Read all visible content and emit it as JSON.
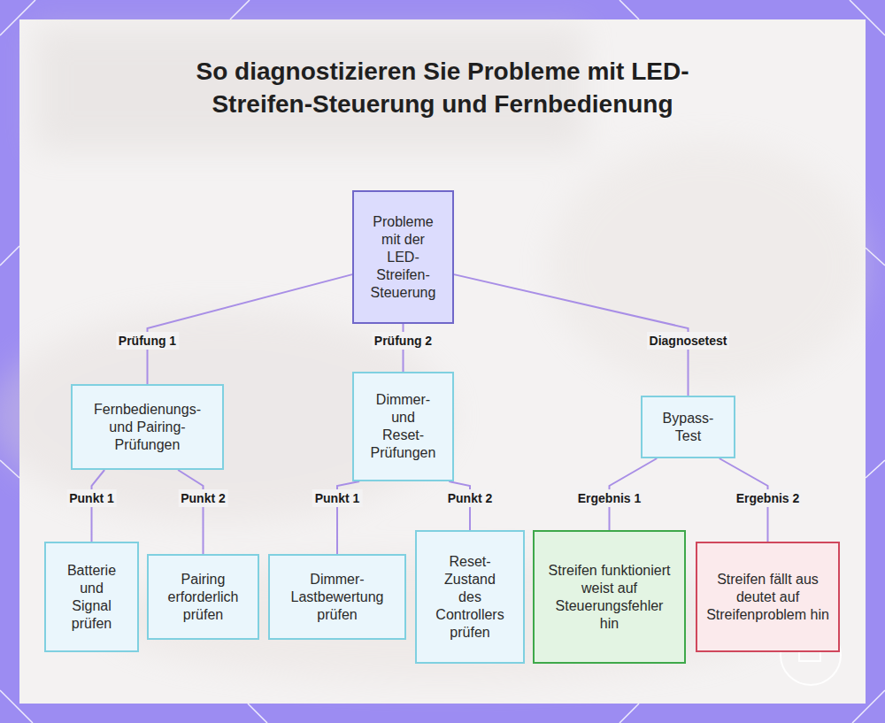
{
  "diagram": {
    "title": "So diagnostizieren Sie Probleme mit LED-Streifen-Steuerung und Fernbedienung",
    "nodes": [
      {
        "text": [
          "Probleme mit der LED-Streifen-Steuerung"
        ]
      },
      {
        "text": [
          "Fernbedienungs- und Pairing-Prüfungen"
        ]
      },
      {
        "text": [
          "Dimmer- und Reset-Prüfungen"
        ]
      },
      {
        "text": [
          "Bypass-Test"
        ]
      },
      {
        "text": [
          "Batterie und Signal prüfen"
        ]
      },
      {
        "text": [
          "Pairing erforderlich prüfen"
        ]
      },
      {
        "text": [
          "Dimmer-Lastbewertung prüfen"
        ]
      },
      {
        "text": [
          "Reset-Zustand des Controllers prüfen"
        ]
      },
      {
        "text": [
          "Streifen funktioniert weist auf Steuerungsfehler hin"
        ]
      },
      {
        "text": [
          "Streifen fällt aus deutet auf Streifenproblem hin"
        ]
      }
    ],
    "edges": [
      {
        "from": 0,
        "to": 1,
        "label": "Prüfung 1",
        "arrow": "none"
      },
      {
        "from": 0,
        "to": 2,
        "label": "Prüfung 2",
        "arrow": "none"
      },
      {
        "from": 0,
        "to": 3,
        "label": "Diagnosetest",
        "arrow": "none"
      },
      {
        "from": 1,
        "to": 4,
        "label": "Punkt 1",
        "arrow": "none"
      },
      {
        "from": 1,
        "to": 5,
        "label": "Punkt 2",
        "arrow": "none"
      },
      {
        "from": 2,
        "to": 6,
        "label": "Punkt 1",
        "arrow": "none"
      },
      {
        "from": 2,
        "to": 7,
        "label": "Punkt 2",
        "arrow": "none"
      },
      {
        "from": 3,
        "to": 8,
        "label": "Ergebnis 1",
        "arrow": "none"
      },
      {
        "from": 3,
        "to": 9,
        "label": "Ergebnis 2",
        "arrow": "none"
      }
    ]
  }
}
